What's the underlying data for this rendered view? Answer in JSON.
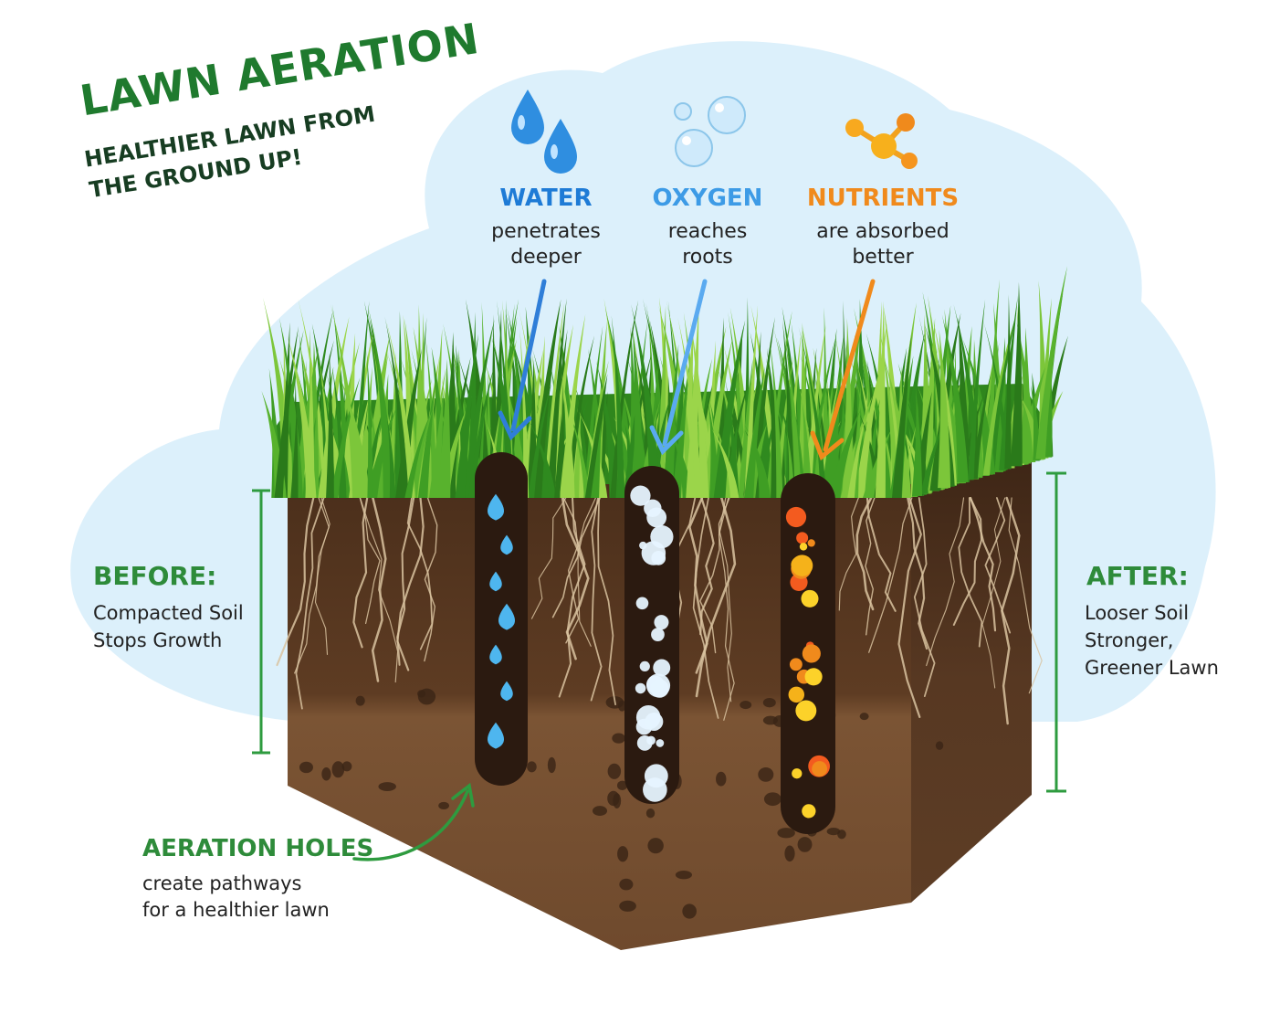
{
  "title": "LAWN AERATION",
  "subtitle": "HEALTHIER LAWN FROM THE GROUND UP!",
  "benefits": [
    {
      "heading": "WATER",
      "line1": "penetrates",
      "line2": "deeper",
      "color": "#1e7bd6",
      "icon": "water-drops-icon"
    },
    {
      "heading": "OXYGEN",
      "line1": "reaches",
      "line2": "roots",
      "color": "#3d9be6",
      "icon": "oxygen-bubbles-icon"
    },
    {
      "heading": "NUTRIENTS",
      "line1": "are absorbed",
      "line2": "better",
      "color": "#f08a1c",
      "icon": "nutrient-molecule-icon"
    }
  ],
  "before": {
    "heading": "BEFORE:",
    "line1": "Compacted Soil",
    "line2": "Stops Growth"
  },
  "after": {
    "heading": "AFTER:",
    "line1": "Looser Soil",
    "line2": "Stronger,",
    "line3": "Greener Lawn"
  },
  "holes": {
    "heading": "AERATION HOLES",
    "line1": "create pathways",
    "line2": "for a healthier lawn"
  },
  "colors": {
    "sky": "#dcf0fb",
    "grass_dark": "#2f8a1f",
    "grass_light": "#7cc63a",
    "soil_top": "#5a3a22",
    "soil_bottom": "#7a5233",
    "hole": "#2b1a10",
    "accent_green": "#2e8b3a"
  }
}
